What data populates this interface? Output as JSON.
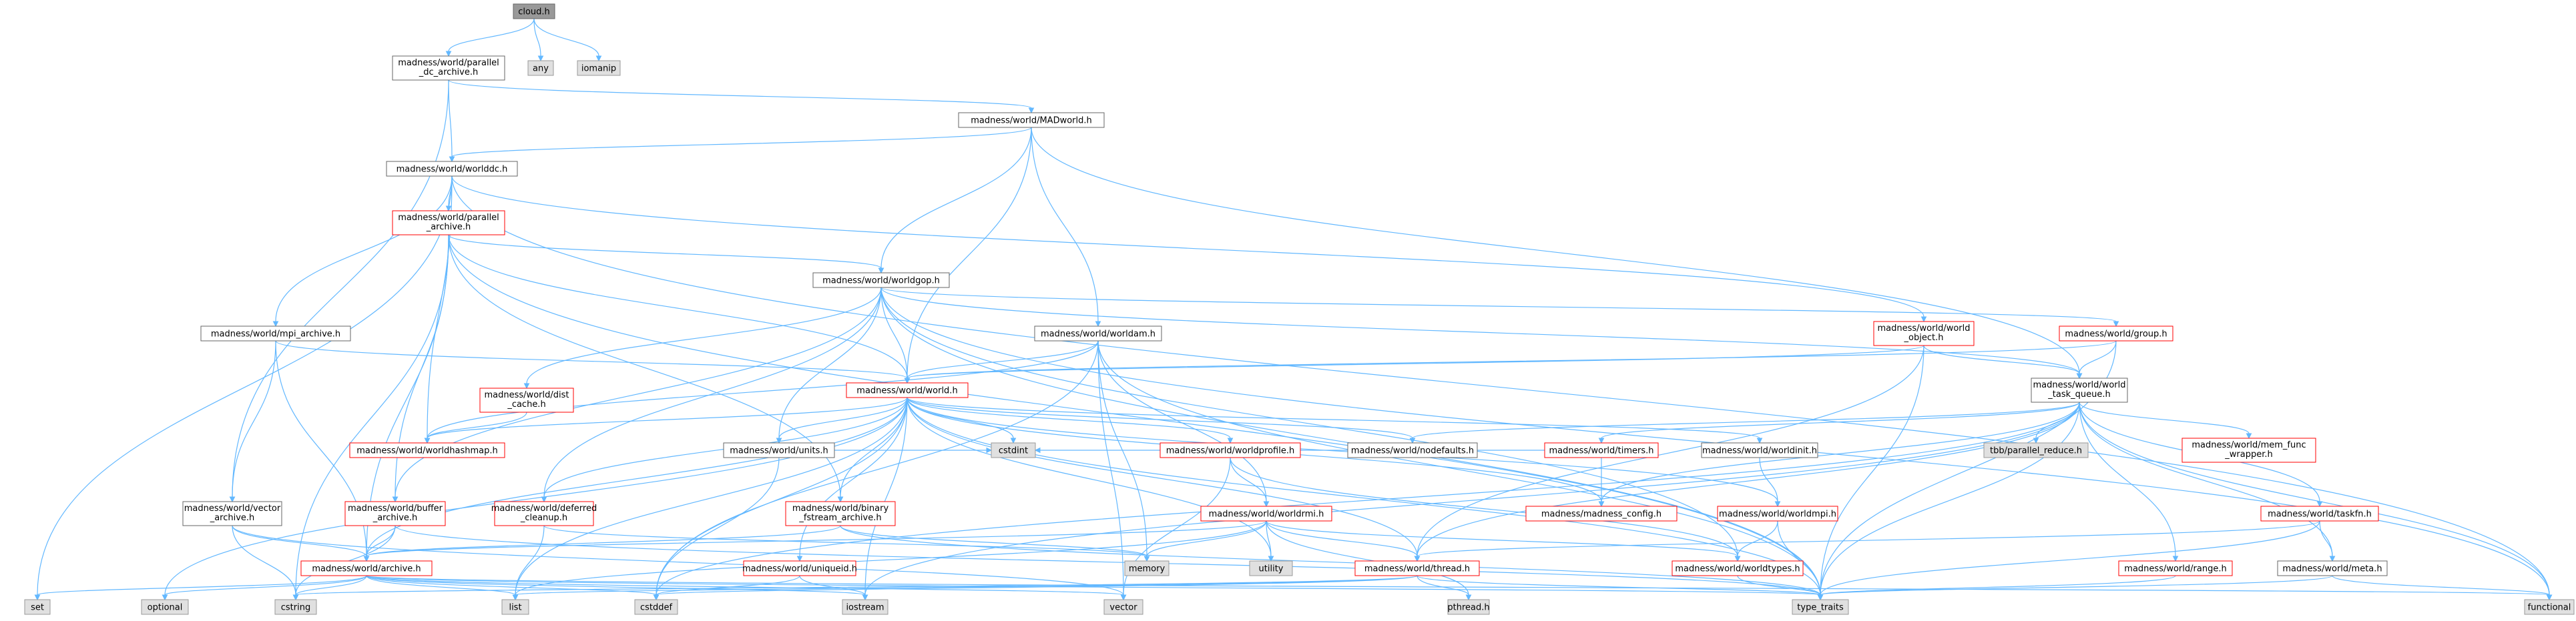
{
  "graph": {
    "colors": {
      "edge": "#63b8ff",
      "border_normal": "#666666",
      "border_incomplete": "#ff0000",
      "fill_normal": "#ffffff",
      "fill_external": "#e0e0e0",
      "fill_root": "#999999",
      "border_external": "#999999"
    },
    "nodes": [
      {
        "id": "cloud",
        "lines": [
          "cloud.h"
        ],
        "kind": "root"
      },
      {
        "id": "any",
        "lines": [
          "any"
        ],
        "kind": "external"
      },
      {
        "id": "iomanip",
        "lines": [
          "iomanip"
        ],
        "kind": "external"
      },
      {
        "id": "pdc",
        "lines": [
          "madness/world/parallel",
          "_dc_archive.h"
        ],
        "kind": "normal"
      },
      {
        "id": "madworld",
        "lines": [
          "madness/world/MADworld.h"
        ],
        "kind": "normal"
      },
      {
        "id": "worlddc",
        "lines": [
          "madness/world/worlddc.h"
        ],
        "kind": "normal"
      },
      {
        "id": "parallel_archive",
        "lines": [
          "madness/world/parallel",
          "_archive.h"
        ],
        "kind": "incomplete"
      },
      {
        "id": "worldgop",
        "lines": [
          "madness/world/worldgop.h"
        ],
        "kind": "normal"
      },
      {
        "id": "mpi_archive",
        "lines": [
          "madness/world/mpi_archive.h"
        ],
        "kind": "normal"
      },
      {
        "id": "worldam",
        "lines": [
          "madness/world/worldam.h"
        ],
        "kind": "normal"
      },
      {
        "id": "world_object",
        "lines": [
          "madness/world/world",
          "_object.h"
        ],
        "kind": "incomplete"
      },
      {
        "id": "group",
        "lines": [
          "madness/world/group.h"
        ],
        "kind": "incomplete"
      },
      {
        "id": "world",
        "lines": [
          "madness/world/world.h"
        ],
        "kind": "incomplete"
      },
      {
        "id": "task_queue",
        "lines": [
          "madness/world/world",
          "_task_queue.h"
        ],
        "kind": "normal"
      },
      {
        "id": "dist_cache",
        "lines": [
          "madness/world/dist",
          "_cache.h"
        ],
        "kind": "incomplete"
      },
      {
        "id": "hashmap",
        "lines": [
          "madness/world/worldhashmap.h"
        ],
        "kind": "incomplete"
      },
      {
        "id": "units",
        "lines": [
          "madness/world/units.h"
        ],
        "kind": "normal"
      },
      {
        "id": "worldprofile",
        "lines": [
          "madness/world/worldprofile.h"
        ],
        "kind": "incomplete"
      },
      {
        "id": "nodefaults",
        "lines": [
          "madness/world/nodefaults.h"
        ],
        "kind": "normal"
      },
      {
        "id": "timers",
        "lines": [
          "madness/world/timers.h"
        ],
        "kind": "incomplete"
      },
      {
        "id": "worldinit",
        "lines": [
          "madness/world/worldinit.h"
        ],
        "kind": "normal"
      },
      {
        "id": "tbb",
        "lines": [
          "tbb/parallel_reduce.h"
        ],
        "kind": "external"
      },
      {
        "id": "mem_func",
        "lines": [
          "madness/world/mem_func",
          "_wrapper.h"
        ],
        "kind": "incomplete"
      },
      {
        "id": "vector_archive",
        "lines": [
          "madness/world/vector",
          "_archive.h"
        ],
        "kind": "normal"
      },
      {
        "id": "buffer_archive",
        "lines": [
          "madness/world/buffer",
          "_archive.h"
        ],
        "kind": "incomplete"
      },
      {
        "id": "deferred",
        "lines": [
          "madness/world/deferred",
          "_cleanup.h"
        ],
        "kind": "incomplete"
      },
      {
        "id": "binary",
        "lines": [
          "madness/world/binary",
          "_fstream_archive.h"
        ],
        "kind": "incomplete"
      },
      {
        "id": "cstdint",
        "lines": [
          "cstdint"
        ],
        "kind": "external"
      },
      {
        "id": "worldrmi",
        "lines": [
          "madness/world/worldrmi.h"
        ],
        "kind": "incomplete"
      },
      {
        "id": "madness_config",
        "lines": [
          "madness/madness_config.h"
        ],
        "kind": "incomplete"
      },
      {
        "id": "worldmpi",
        "lines": [
          "madness/world/worldmpi.h"
        ],
        "kind": "incomplete"
      },
      {
        "id": "taskfn",
        "lines": [
          "madness/world/taskfn.h"
        ],
        "kind": "incomplete"
      },
      {
        "id": "archive",
        "lines": [
          "madness/world/archive.h"
        ],
        "kind": "incomplete"
      },
      {
        "id": "uniqueid",
        "lines": [
          "madness/world/uniqueid.h"
        ],
        "kind": "incomplete"
      },
      {
        "id": "memory",
        "lines": [
          "memory"
        ],
        "kind": "external"
      },
      {
        "id": "utility",
        "lines": [
          "utility"
        ],
        "kind": "external"
      },
      {
        "id": "thread",
        "lines": [
          "madness/world/thread.h"
        ],
        "kind": "incomplete"
      },
      {
        "id": "worldtypes",
        "lines": [
          "madness/world/worldtypes.h"
        ],
        "kind": "incomplete"
      },
      {
        "id": "range",
        "lines": [
          "madness/world/range.h"
        ],
        "kind": "incomplete"
      },
      {
        "id": "meta",
        "lines": [
          "madness/world/meta.h"
        ],
        "kind": "normal"
      },
      {
        "id": "set",
        "lines": [
          "set"
        ],
        "kind": "external"
      },
      {
        "id": "optional",
        "lines": [
          "optional"
        ],
        "kind": "external"
      },
      {
        "id": "cstring",
        "lines": [
          "cstring"
        ],
        "kind": "external"
      },
      {
        "id": "list",
        "lines": [
          "list"
        ],
        "kind": "external"
      },
      {
        "id": "cstddef",
        "lines": [
          "cstddef"
        ],
        "kind": "external"
      },
      {
        "id": "iostream",
        "lines": [
          "iostream"
        ],
        "kind": "external"
      },
      {
        "id": "vector",
        "lines": [
          "vector"
        ],
        "kind": "external"
      },
      {
        "id": "pthread",
        "lines": [
          "pthread.h"
        ],
        "kind": "external"
      },
      {
        "id": "type_traits",
        "lines": [
          "type_traits"
        ],
        "kind": "external"
      },
      {
        "id": "functional",
        "lines": [
          "functional"
        ],
        "kind": "external"
      }
    ],
    "edges": [
      [
        "cloud",
        "pdc"
      ],
      [
        "cloud",
        "any"
      ],
      [
        "cloud",
        "iomanip"
      ],
      [
        "pdc",
        "worlddc"
      ],
      [
        "pdc",
        "madworld"
      ],
      [
        "pdc",
        "vector_archive"
      ],
      [
        "madworld",
        "worlddc"
      ],
      [
        "madworld",
        "worldgop"
      ],
      [
        "madworld",
        "world"
      ],
      [
        "madworld",
        "worldam"
      ],
      [
        "madworld",
        "task_queue"
      ],
      [
        "worlddc",
        "parallel_archive"
      ],
      [
        "worlddc",
        "mpi_archive"
      ],
      [
        "worlddc",
        "world_object"
      ],
      [
        "worlddc",
        "hashmap"
      ],
      [
        "worlddc",
        "set"
      ],
      [
        "worlddc",
        "functional"
      ],
      [
        "parallel_archive",
        "worldgop"
      ],
      [
        "parallel_archive",
        "world"
      ],
      [
        "parallel_archive",
        "archive"
      ],
      [
        "parallel_archive",
        "buffer_archive"
      ],
      [
        "parallel_archive",
        "binary"
      ],
      [
        "parallel_archive",
        "cstring"
      ],
      [
        "parallel_archive",
        "type_traits"
      ],
      [
        "worldgop",
        "world"
      ],
      [
        "worldgop",
        "dist_cache"
      ],
      [
        "worldgop",
        "units"
      ],
      [
        "worldgop",
        "group"
      ],
      [
        "worldgop",
        "task_queue"
      ],
      [
        "worldgop",
        "deferred"
      ],
      [
        "worldgop",
        "buffer_archive"
      ],
      [
        "worldgop",
        "worldtypes"
      ],
      [
        "worldgop",
        "type_traits"
      ],
      [
        "worldgop",
        "functional"
      ],
      [
        "mpi_archive",
        "world"
      ],
      [
        "mpi_archive",
        "vector_archive"
      ],
      [
        "mpi_archive",
        "archive"
      ],
      [
        "worldam",
        "world"
      ],
      [
        "worldam",
        "hashmap"
      ],
      [
        "worldam",
        "worldrmi"
      ],
      [
        "worldam",
        "memory"
      ],
      [
        "worldam",
        "vector"
      ],
      [
        "worldam",
        "type_traits"
      ],
      [
        "worldam",
        "cstddef"
      ],
      [
        "world_object",
        "task_queue"
      ],
      [
        "world_object",
        "world"
      ],
      [
        "world_object",
        "thread"
      ],
      [
        "world_object",
        "type_traits"
      ],
      [
        "group",
        "task_queue"
      ],
      [
        "group",
        "world"
      ],
      [
        "group",
        "type_traits"
      ],
      [
        "world",
        "hashmap"
      ],
      [
        "world",
        "units"
      ],
      [
        "world",
        "worldprofile"
      ],
      [
        "world",
        "nodefaults"
      ],
      [
        "world",
        "worldinit"
      ],
      [
        "world",
        "madness_config"
      ],
      [
        "world",
        "worldmpi"
      ],
      [
        "world",
        "deferred"
      ],
      [
        "world",
        "binary"
      ],
      [
        "world",
        "uniqueid"
      ],
      [
        "world",
        "archive"
      ],
      [
        "world",
        "thread"
      ],
      [
        "world",
        "list"
      ],
      [
        "world",
        "optional"
      ],
      [
        "world",
        "cstdint"
      ],
      [
        "world",
        "cstddef"
      ],
      [
        "world",
        "iostream"
      ],
      [
        "world",
        "utility"
      ],
      [
        "world",
        "type_traits"
      ],
      [
        "task_queue",
        "nodefaults"
      ],
      [
        "task_queue",
        "timers"
      ],
      [
        "task_queue",
        "tbb"
      ],
      [
        "task_queue",
        "mem_func"
      ],
      [
        "task_queue",
        "taskfn"
      ],
      [
        "task_queue",
        "range"
      ],
      [
        "task_queue",
        "meta"
      ],
      [
        "task_queue",
        "madness_config"
      ],
      [
        "task_queue",
        "type_traits"
      ],
      [
        "task_queue",
        "iostream"
      ],
      [
        "task_queue",
        "thread"
      ],
      [
        "task_queue",
        "cstddef"
      ],
      [
        "task_queue",
        "functional"
      ],
      [
        "dist_cache",
        "hashmap"
      ],
      [
        "units",
        "cstdint"
      ],
      [
        "units",
        "cstddef"
      ],
      [
        "worldprofile",
        "worldrmi"
      ],
      [
        "worldprofile",
        "worldtypes"
      ],
      [
        "worldprofile",
        "vector"
      ],
      [
        "timers",
        "madness_config"
      ],
      [
        "timers",
        "cstdint"
      ],
      [
        "worldinit",
        "worldmpi"
      ],
      [
        "vector_archive",
        "archive"
      ],
      [
        "vector_archive",
        "cstring"
      ],
      [
        "vector_archive",
        "vector"
      ],
      [
        "buffer_archive",
        "archive"
      ],
      [
        "buffer_archive",
        "cstring"
      ],
      [
        "buffer_archive",
        "type_traits"
      ],
      [
        "deferred",
        "list"
      ],
      [
        "deferred",
        "memory"
      ],
      [
        "binary",
        "archive"
      ],
      [
        "binary",
        "memory"
      ],
      [
        "binary",
        "type_traits"
      ],
      [
        "worldrmi",
        "thread"
      ],
      [
        "worldrmi",
        "worldtypes"
      ],
      [
        "worldrmi",
        "utility"
      ],
      [
        "worldrmi",
        "list"
      ],
      [
        "worldrmi",
        "memory"
      ],
      [
        "worldrmi",
        "pthread"
      ],
      [
        "worldrmi",
        "archive"
      ],
      [
        "worldmpi",
        "worldtypes"
      ],
      [
        "worldmpi",
        "type_traits"
      ],
      [
        "taskfn",
        "thread"
      ],
      [
        "taskfn",
        "meta"
      ],
      [
        "taskfn",
        "type_traits"
      ],
      [
        "archive",
        "type_traits"
      ],
      [
        "archive",
        "list"
      ],
      [
        "archive",
        "set"
      ],
      [
        "archive",
        "optional"
      ],
      [
        "archive",
        "cstring"
      ],
      [
        "archive",
        "cstddef"
      ],
      [
        "archive",
        "iostream"
      ],
      [
        "archive",
        "vector"
      ],
      [
        "archive",
        "functional"
      ],
      [
        "uniqueid",
        "cstddef"
      ],
      [
        "uniqueid",
        "iostream"
      ],
      [
        "thread",
        "pthread"
      ],
      [
        "thread",
        "cstring"
      ],
      [
        "thread",
        "cstddef"
      ],
      [
        "thread",
        "list"
      ],
      [
        "thread",
        "type_traits"
      ],
      [
        "worldtypes",
        "type_traits"
      ],
      [
        "range",
        "type_traits"
      ],
      [
        "meta",
        "type_traits"
      ],
      [
        "meta",
        "functional"
      ]
    ]
  }
}
